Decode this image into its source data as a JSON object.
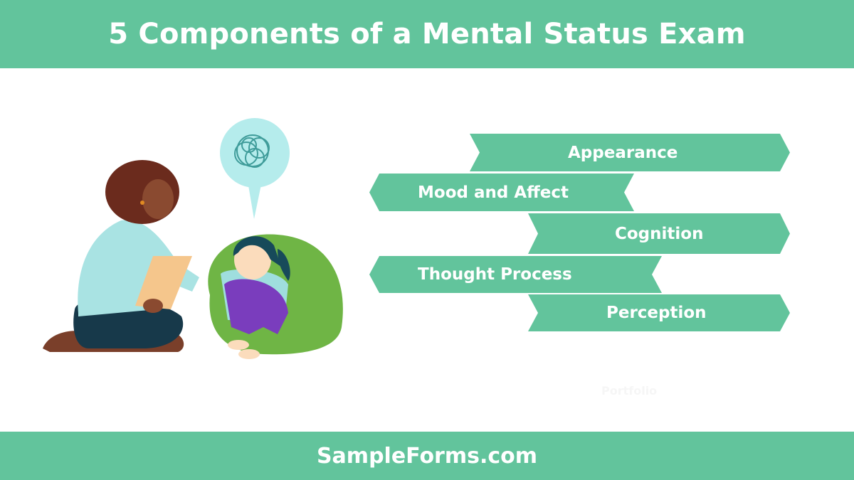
{
  "header": {
    "title": "5 Components of a Mental Status Exam"
  },
  "components": [
    {
      "label": "Appearance",
      "direction": "right"
    },
    {
      "label": "Mood and Affect",
      "direction": "left"
    },
    {
      "label": "Cognition",
      "direction": "right"
    },
    {
      "label": "Thought Process",
      "direction": "left"
    },
    {
      "label": "Perception",
      "direction": "right"
    }
  ],
  "watermark": "Portfolio",
  "footer": {
    "brand": "SampleForms.com"
  },
  "colors": {
    "accent": "#62c49c",
    "text": "#ffffff"
  }
}
